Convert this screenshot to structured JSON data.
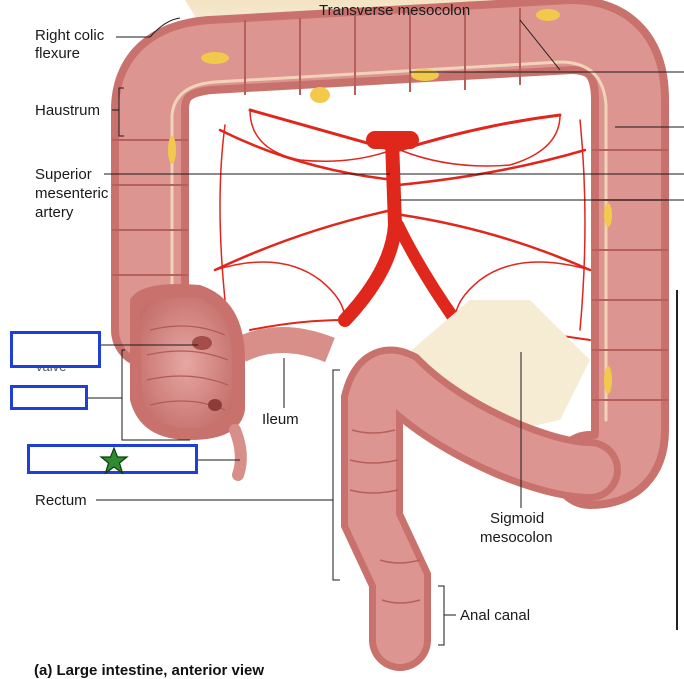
{
  "labels": {
    "transverse_mesocolon": "Transverse mesocolon",
    "right_colic_flexure_1": "Right colic",
    "right_colic_flexure_2": "flexure",
    "haustrum": "Haustrum",
    "sma_1": "Superior",
    "sma_2": "mesenteric",
    "sma_3": "artery",
    "ileum": "Ileum",
    "rectum": "Rectum",
    "sigmoid_1": "Sigmoid",
    "sigmoid_2": "mesocolon",
    "anal_canal": "Anal canal",
    "partial_valve": "valve",
    "caption": "(a) Large intestine, anterior view"
  },
  "colors": {
    "colon": "#d98a86",
    "colon_dark": "#b75f5c",
    "artery": "#e0271c",
    "fat": "#f2c94c",
    "mesentery": "#f6ecd3",
    "box_border": "#1f3fd6",
    "star": "#2e8b2e"
  },
  "answer_boxes": [
    {
      "label": ""
    },
    {
      "label": ""
    },
    {
      "label": "",
      "marker": "star-icon"
    }
  ]
}
